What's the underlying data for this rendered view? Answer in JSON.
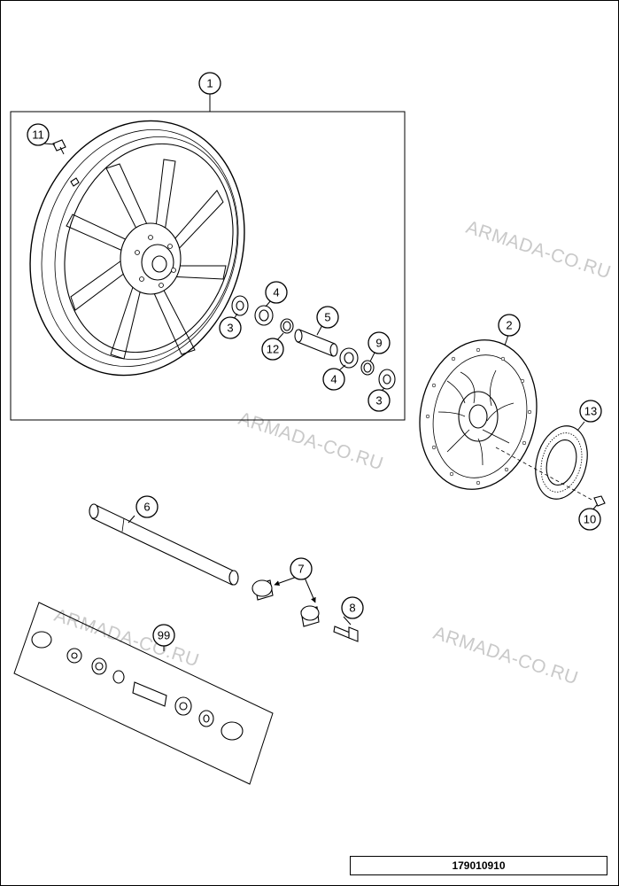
{
  "watermark": "ARMADA-CO.RU",
  "drawing_number": "179010910",
  "callouts": {
    "c1": "1",
    "c2": "2",
    "c3a": "3",
    "c3b": "3",
    "c4a": "4",
    "c4b": "4",
    "c5": "5",
    "c6": "6",
    "c7": "7",
    "c8": "8",
    "c9": "9",
    "c10": "10",
    "c11": "11",
    "c12": "12",
    "c13": "13",
    "c99": "99"
  }
}
